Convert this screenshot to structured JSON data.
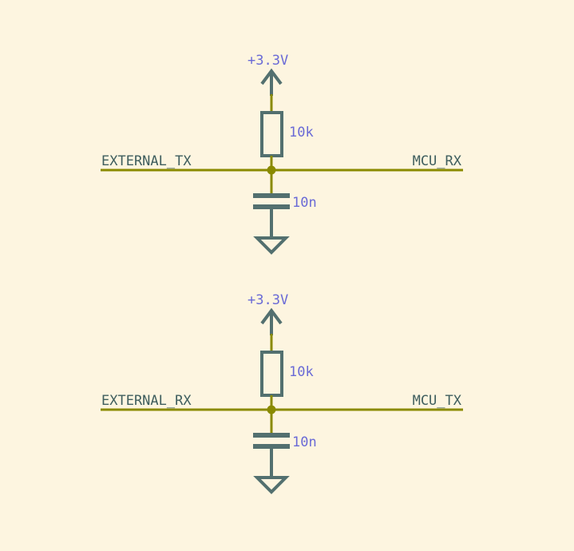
{
  "sheet": {
    "background_color": "#fdf5e0",
    "wire_color": "#8a8a00",
    "symbol_color": "#53706f",
    "net_label_color": "#3f5e5e",
    "value_label_color": "#6a6ad6"
  },
  "circuits": [
    {
      "id": "tx-pullup",
      "power_label": "+3.3V",
      "resistor_value": "10k",
      "capacitor_value": "10n",
      "left_net_label": "EXTERNAL_TX",
      "right_net_label": "MCU_RX"
    },
    {
      "id": "rx-pullup",
      "power_label": "+3.3V",
      "resistor_value": "10k",
      "capacitor_value": "10n",
      "left_net_label": "EXTERNAL_RX",
      "right_net_label": "MCU_TX"
    }
  ]
}
